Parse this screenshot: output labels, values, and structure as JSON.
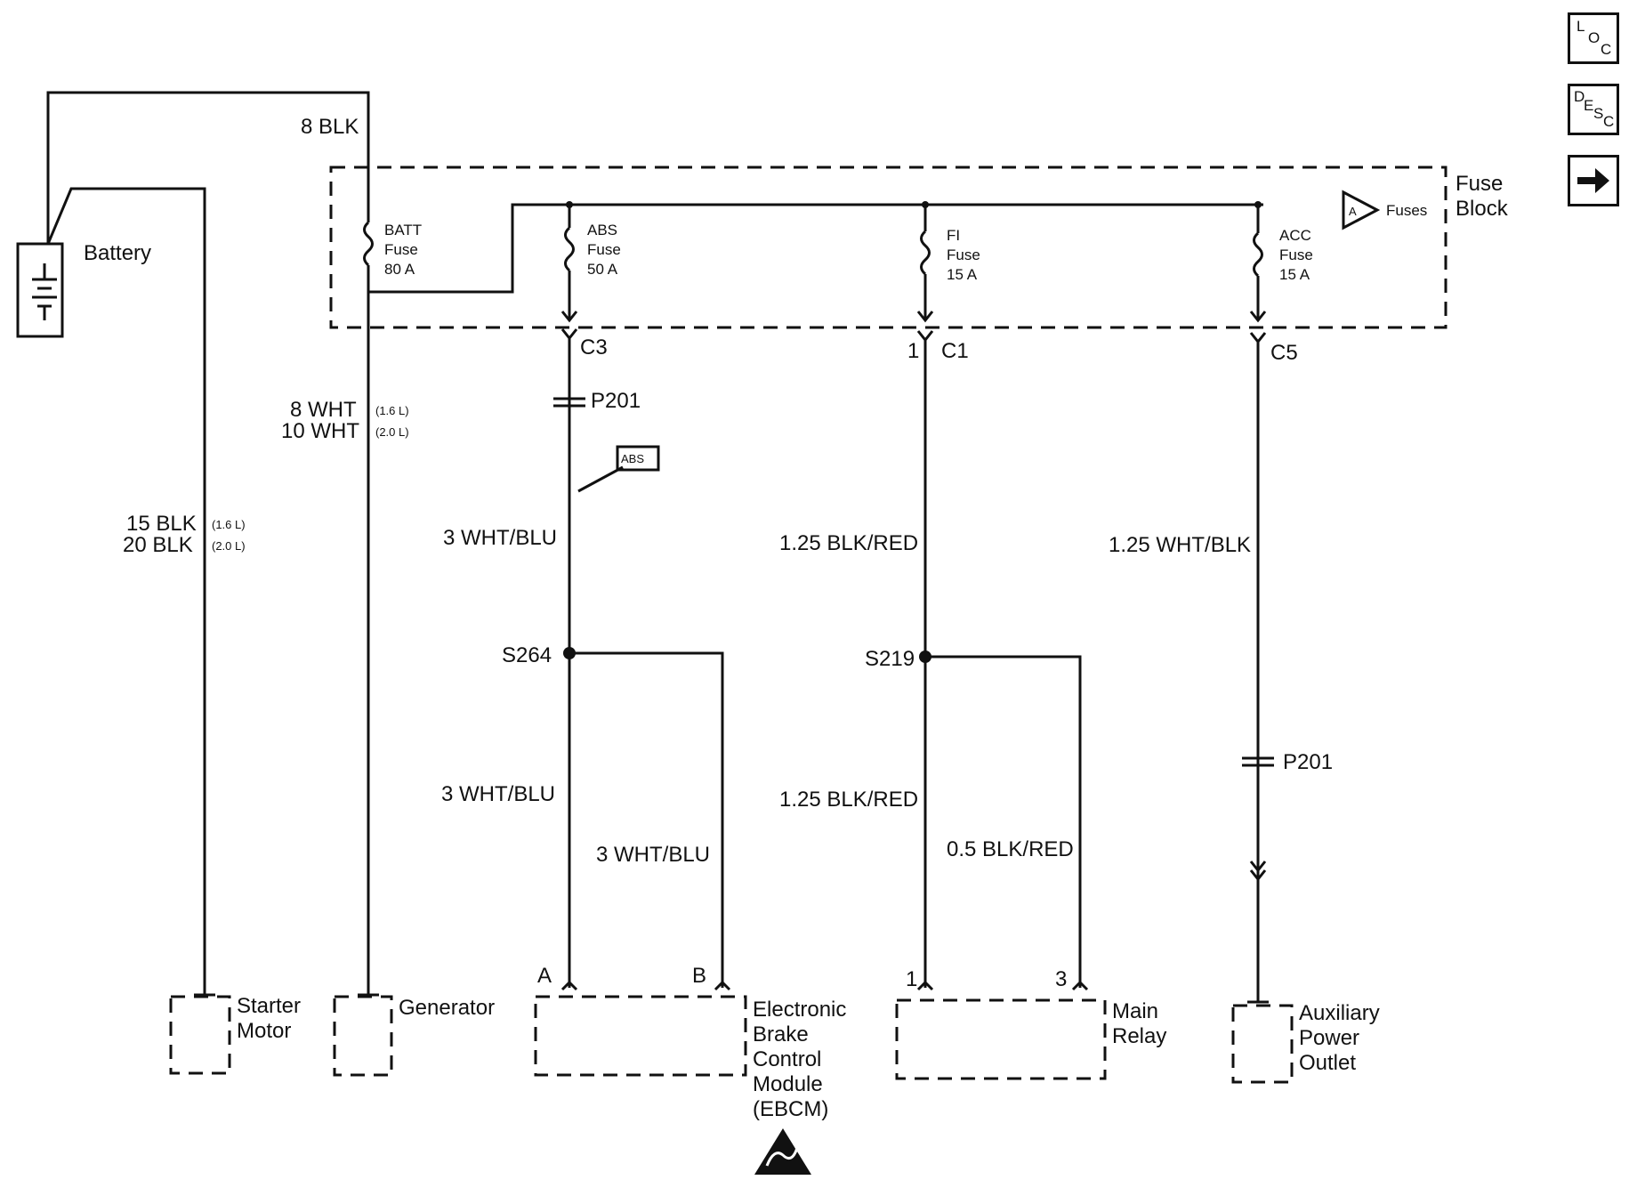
{
  "nav": {
    "loc": {
      "l1": "L",
      "l2": "O",
      "l3": "C"
    },
    "desc": {
      "l1": "D",
      "l2": "E",
      "l3": "S",
      "l4": "C"
    },
    "next_icon": "arrow-right-icon"
  },
  "fuse_block": {
    "title_l1": "Fuse",
    "title_l2": "Block",
    "fuses_ref": "Fuses",
    "fuses_ref_marker": "A",
    "fuses": [
      {
        "name": "BATT",
        "type": "Fuse",
        "rating": "80 A"
      },
      {
        "name": "ABS",
        "type": "Fuse",
        "rating": "50 A"
      },
      {
        "name": "FI",
        "type": "Fuse",
        "rating": "15 A"
      },
      {
        "name": "ACC",
        "type": "Fuse",
        "rating": "15 A"
      }
    ]
  },
  "battery": {
    "label": "Battery"
  },
  "wires": {
    "batt_feed": "8 BLK",
    "starter_1": "15 BLK",
    "starter_1_note": "(1.6 L)",
    "starter_2": "20 BLK",
    "starter_2_note": "(2.0 L)",
    "gen_1": "8 WHT",
    "gen_1_note": "(1.6 L)",
    "gen_2": "10 WHT",
    "gen_2_note": "(2.0 L)",
    "abs_upper": "3 WHT/BLU",
    "abs_lower_a": "3 WHT/BLU",
    "abs_lower_b": "3 WHT/BLU",
    "fi_upper": "1.25 BLK/RED",
    "fi_lower_1": "1.25 BLK/RED",
    "fi_lower_3": "0.5 BLK/RED",
    "acc": "1.25 WHT/BLK"
  },
  "connectors": {
    "c3": "C3",
    "c1": "C1",
    "c1_pin": "1",
    "c5": "C5",
    "p201_abs": "P201",
    "p201_acc": "P201",
    "abs_option": "ABS"
  },
  "splices": {
    "s264": "S264",
    "s219": "S219"
  },
  "components": {
    "starter_l1": "Starter",
    "starter_l2": "Motor",
    "generator": "Generator",
    "ebcm_l1": "Electronic",
    "ebcm_l2": "Brake",
    "ebcm_l3": "Control",
    "ebcm_l4": "Module",
    "ebcm_l5": "(EBCM)",
    "ebcm_pin_a": "A",
    "ebcm_pin_b": "B",
    "relay_l1": "Main",
    "relay_l2": "Relay",
    "relay_pin_1": "1",
    "relay_pin_3": "3",
    "apo_l1": "Auxiliary",
    "apo_l2": "Power",
    "apo_l3": "Outlet"
  },
  "symbols": {
    "esd_icon": "esd-warning-icon"
  }
}
